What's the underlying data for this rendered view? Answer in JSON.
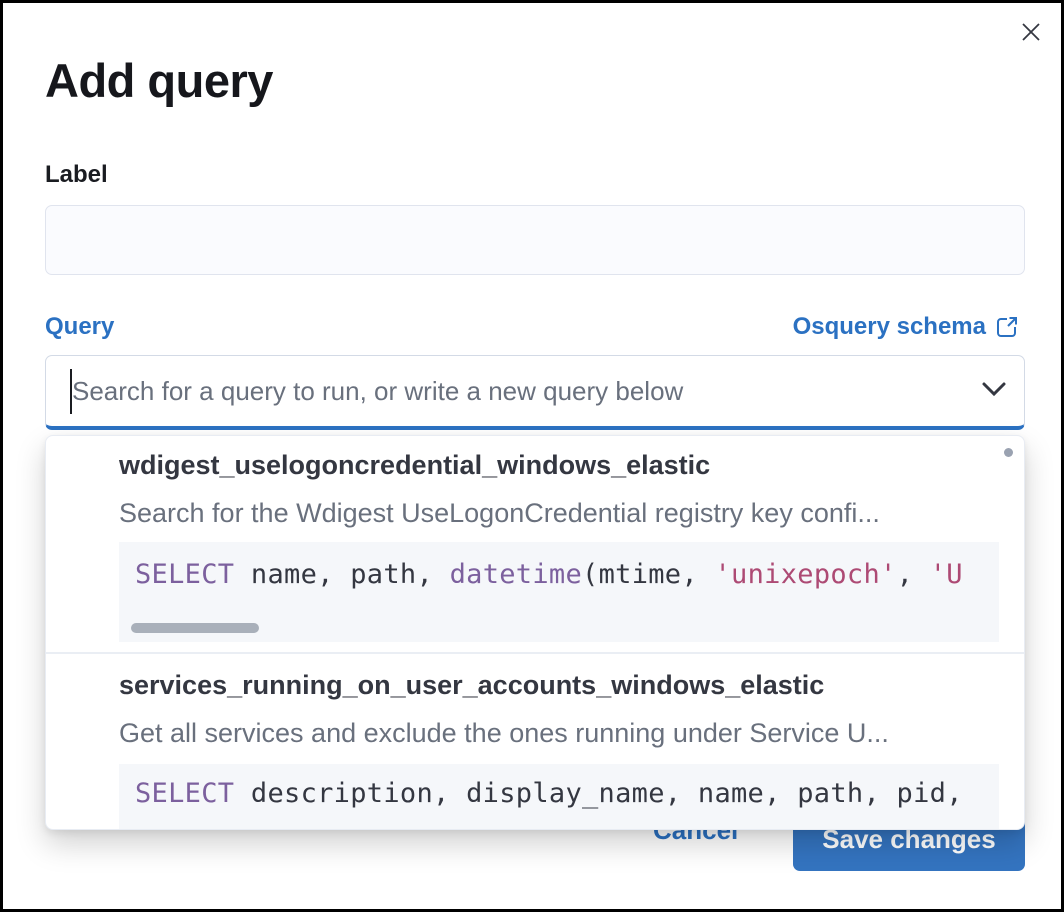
{
  "modal": {
    "title": "Add query"
  },
  "form": {
    "label": {
      "text": "Label",
      "value": "",
      "placeholder": ""
    },
    "query": {
      "label": "Query",
      "schema_link_text": "Osquery schema",
      "combobox_value": "",
      "combobox_placeholder": "Search for a query to run, or write a new query below"
    }
  },
  "dropdown": {
    "options": [
      {
        "title": "wdigest_uselogoncredential_windows_elastic",
        "description": "Search for the Wdigest UseLogonCredential registry key confi...",
        "code_tokens": [
          {
            "text": "SELECT",
            "type": "keyword"
          },
          {
            "text": " name, path, ",
            "type": "plain"
          },
          {
            "text": "datetime",
            "type": "keyword"
          },
          {
            "text": "(mtime, ",
            "type": "plain"
          },
          {
            "text": "'unixepoch'",
            "type": "string"
          },
          {
            "text": ", ",
            "type": "plain"
          },
          {
            "text": "'U",
            "type": "string"
          }
        ]
      },
      {
        "title": "services_running_on_user_accounts_windows_elastic",
        "description": "Get all services and exclude the ones running under Service U...",
        "code_tokens": [
          {
            "text": "SELECT",
            "type": "keyword"
          },
          {
            "text": " description, display_name, name, path, pid,",
            "type": "plain"
          }
        ]
      }
    ]
  },
  "footer": {
    "cancel_label": "Cancel",
    "save_label": "Save changes"
  },
  "colors": {
    "accent": "#2b71c2",
    "button": "#3474c0",
    "kw": "#7c609e",
    "str": "#ad4a74",
    "text": "#343741",
    "muted": "#69707d"
  }
}
